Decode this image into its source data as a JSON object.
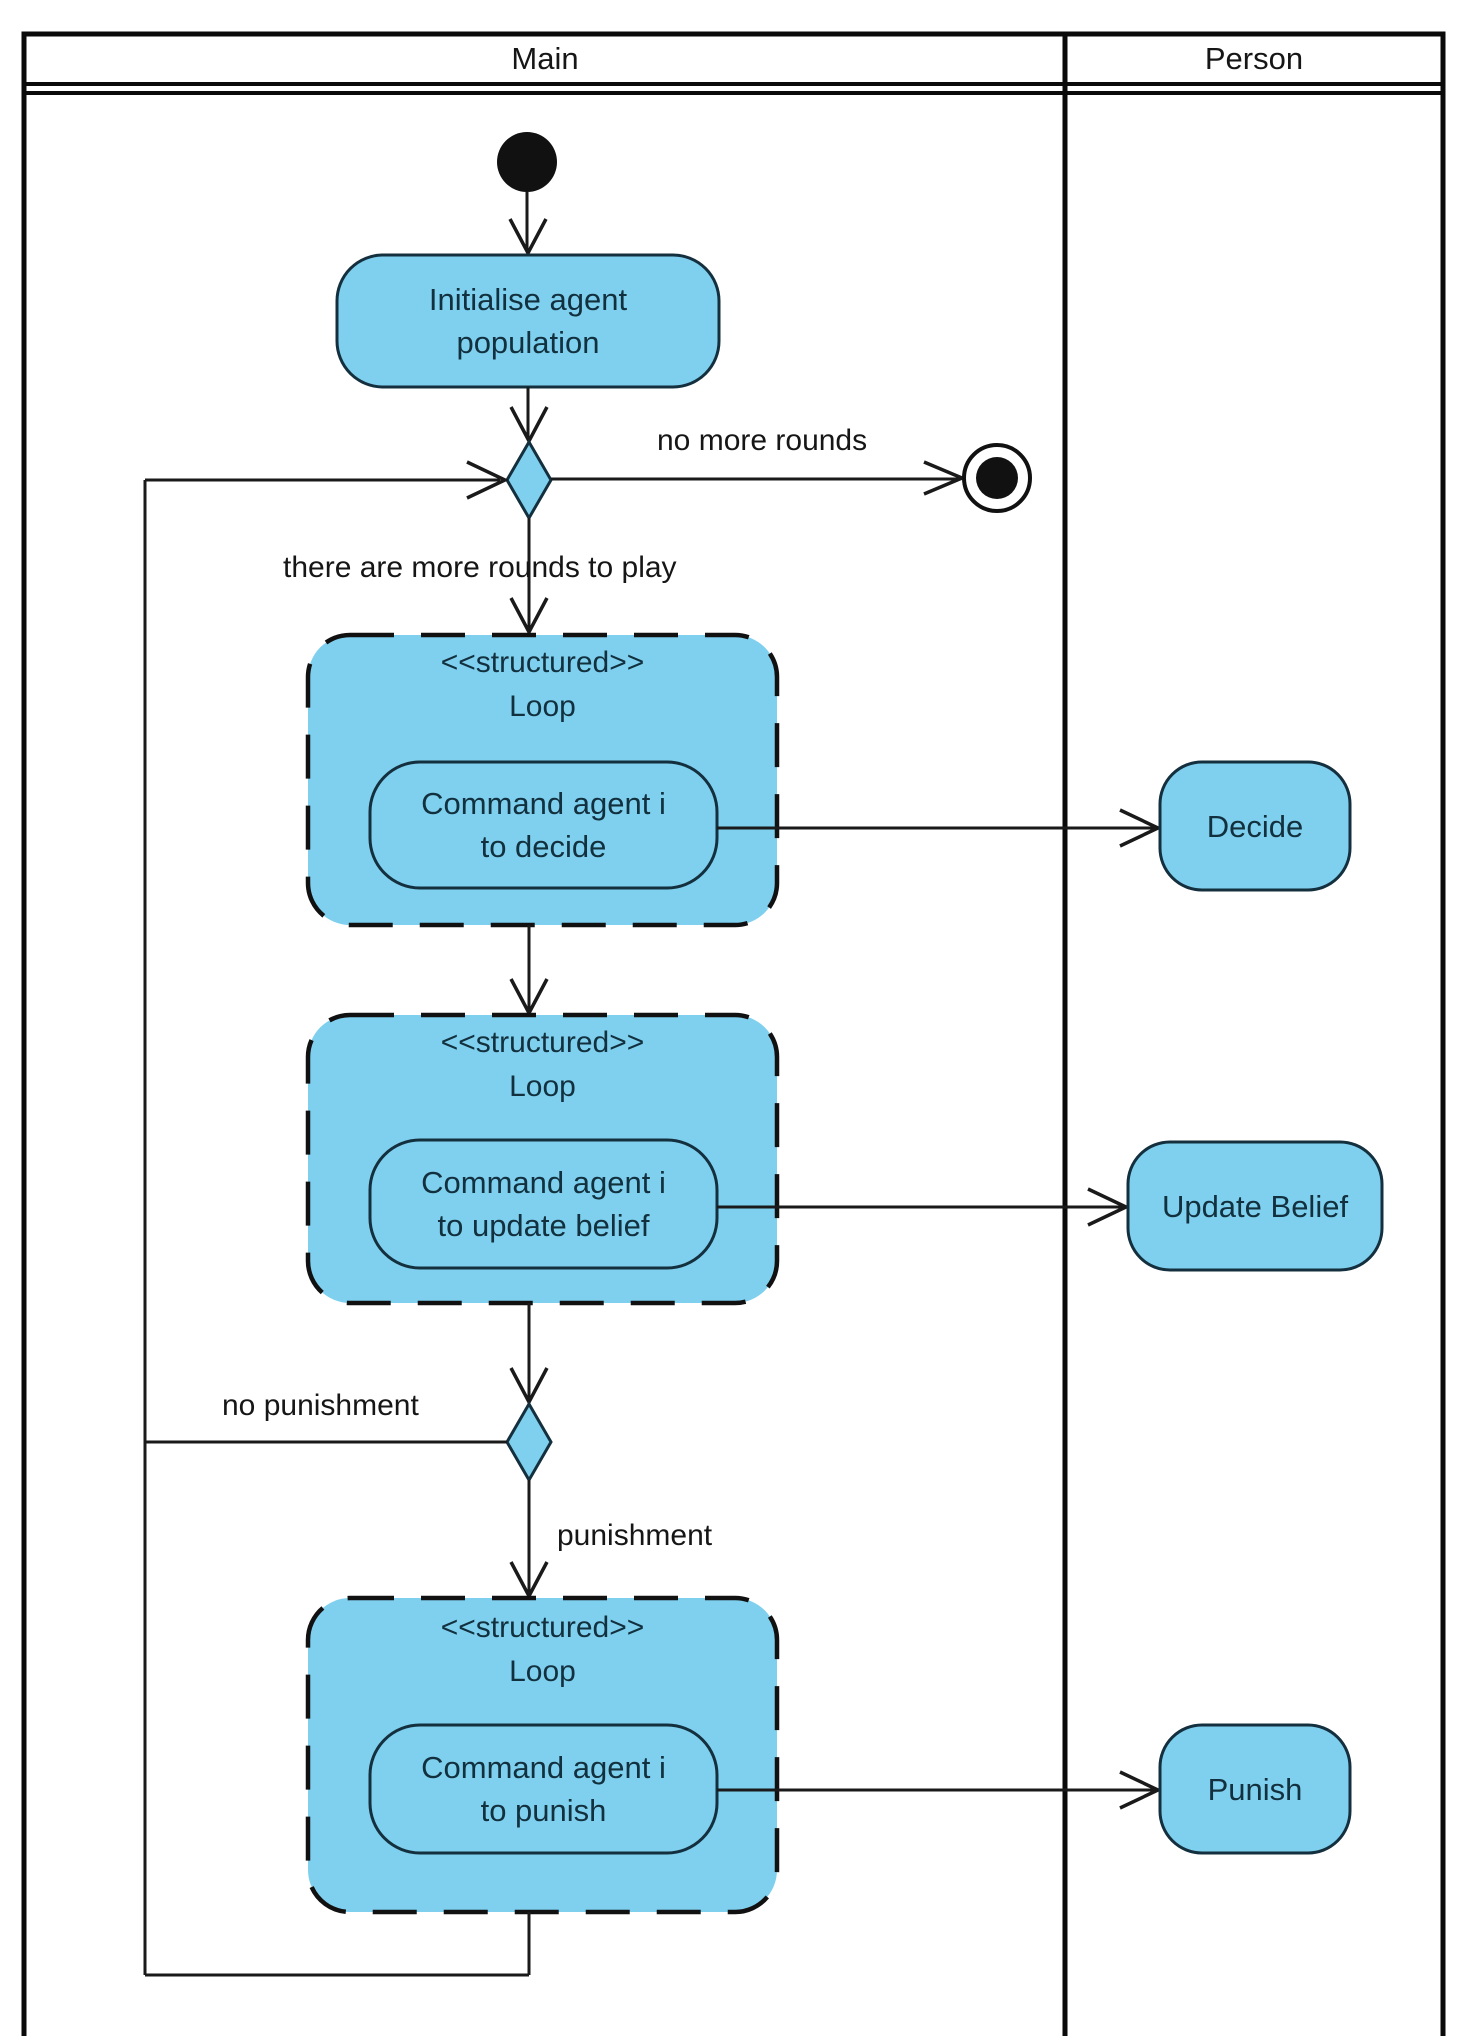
{
  "diagram_type": "UML activity diagram with swimlanes",
  "lanes": {
    "main": "Main",
    "person": "Person"
  },
  "nodes": {
    "initialise": {
      "line1": "Initialise agent",
      "line2": "population"
    },
    "loop_decide": {
      "stereotype": "<<structured>>",
      "label": "Loop",
      "action_line1": "Command agent i",
      "action_line2": "to decide"
    },
    "loop_update": {
      "stereotype": "<<structured>>",
      "label": "Loop",
      "action_line1": "Command agent i",
      "action_line2": "to update belief"
    },
    "loop_punish": {
      "stereotype": "<<structured>>",
      "label": "Loop",
      "action_line1": "Command agent i",
      "action_line2": "to punish"
    },
    "decide": {
      "label": "Decide"
    },
    "update_belief": {
      "label": "Update Belief"
    },
    "punish": {
      "label": "Punish"
    }
  },
  "guards": {
    "no_more_rounds": "no more rounds",
    "more_rounds": "there are more rounds to play",
    "no_punishment": "no punishment",
    "punishment": "punishment"
  },
  "colors": {
    "node_fill": "#7FD0EF",
    "node_stroke": "#14303E",
    "connector": "#1A1A1A",
    "frame": "#0A0A0A",
    "node_text": "#12303E",
    "label_text": "#161616",
    "background": "#FFFFFF"
  }
}
